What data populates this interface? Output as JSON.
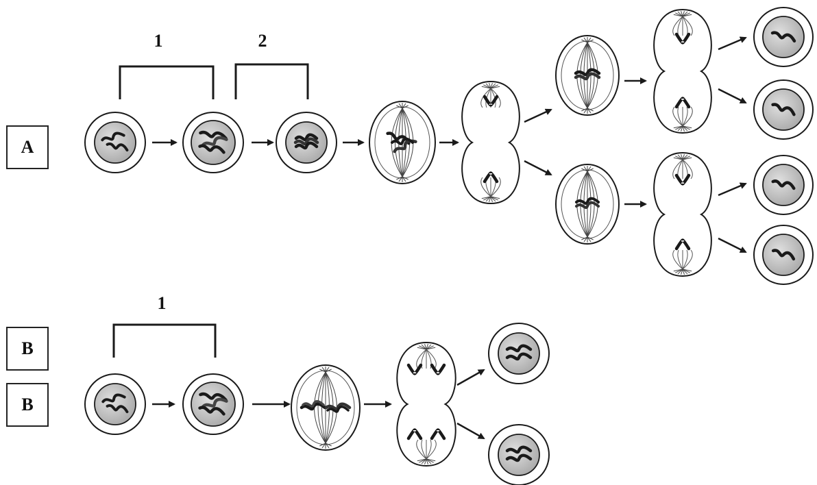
{
  "rows": {
    "a": {
      "label": "A",
      "bracket_1": "1",
      "bracket_2": "2"
    },
    "b": {
      "label_top": "B",
      "label_bottom": "B",
      "bracket_1": "1"
    }
  },
  "colors": {
    "ink": "#1a1a1a",
    "cell_fill": "#ffffff",
    "nucleus_fill": "#cfcfcf",
    "nucleus_dark": "#a8a8a8"
  }
}
